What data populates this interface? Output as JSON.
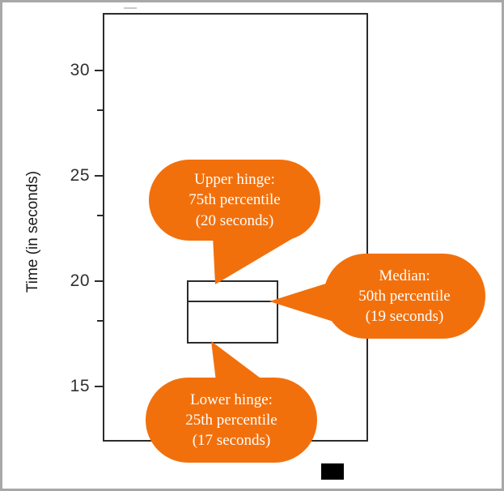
{
  "figure": {
    "type": "boxplot-annotated-diagram",
    "background_color": "#ffffff",
    "border_color": "#a8a8a8",
    "accent_color": "#F2700C",
    "line_color": "#2b2b2b"
  },
  "axis": {
    "y_title": "Time (in seconds)",
    "major_ticks": [
      {
        "label": "30",
        "value": 30
      },
      {
        "label": "25",
        "value": 25
      },
      {
        "label": "20",
        "value": 20
      },
      {
        "label": "15",
        "value": 15
      }
    ],
    "minor_tick_values": [
      32.5,
      27.5,
      22.5,
      17.5,
      12.5
    ],
    "y_range": [
      12.3,
      32.6
    ]
  },
  "callouts": [
    {
      "name": "upper-hinge",
      "line1": "Upper hinge:",
      "line2": "75th percentile",
      "line3": "(20 seconds)"
    },
    {
      "name": "median",
      "line1": "Median:",
      "line2": "50th percentile",
      "line3": "(19 seconds)"
    },
    {
      "name": "lower-hinge",
      "line1": "Lower hinge:",
      "line2": "25th percentile",
      "line3": "(17 seconds)"
    }
  ],
  "chart_data": {
    "type": "boxplot",
    "title": "",
    "xlabel": "",
    "ylabel": "Time (in seconds)",
    "ylim": [
      12.3,
      32.6
    ],
    "grid": false,
    "legend": "none",
    "tick_labels": [
      "30",
      "25",
      "20",
      "15"
    ],
    "series": [
      {
        "name": "Time",
        "upper_hinge": 20,
        "upper_hinge_label": "75th percentile",
        "median": 19,
        "median_label": "50th percentile",
        "lower_hinge": 17,
        "lower_hinge_label": "25th percentile",
        "units": "seconds"
      }
    ],
    "annotations": [
      "Upper hinge: 75th percentile (20 seconds)",
      "Median: 50th percentile (19 seconds)",
      "Lower hinge: 25th percentile (17 seconds)"
    ]
  }
}
